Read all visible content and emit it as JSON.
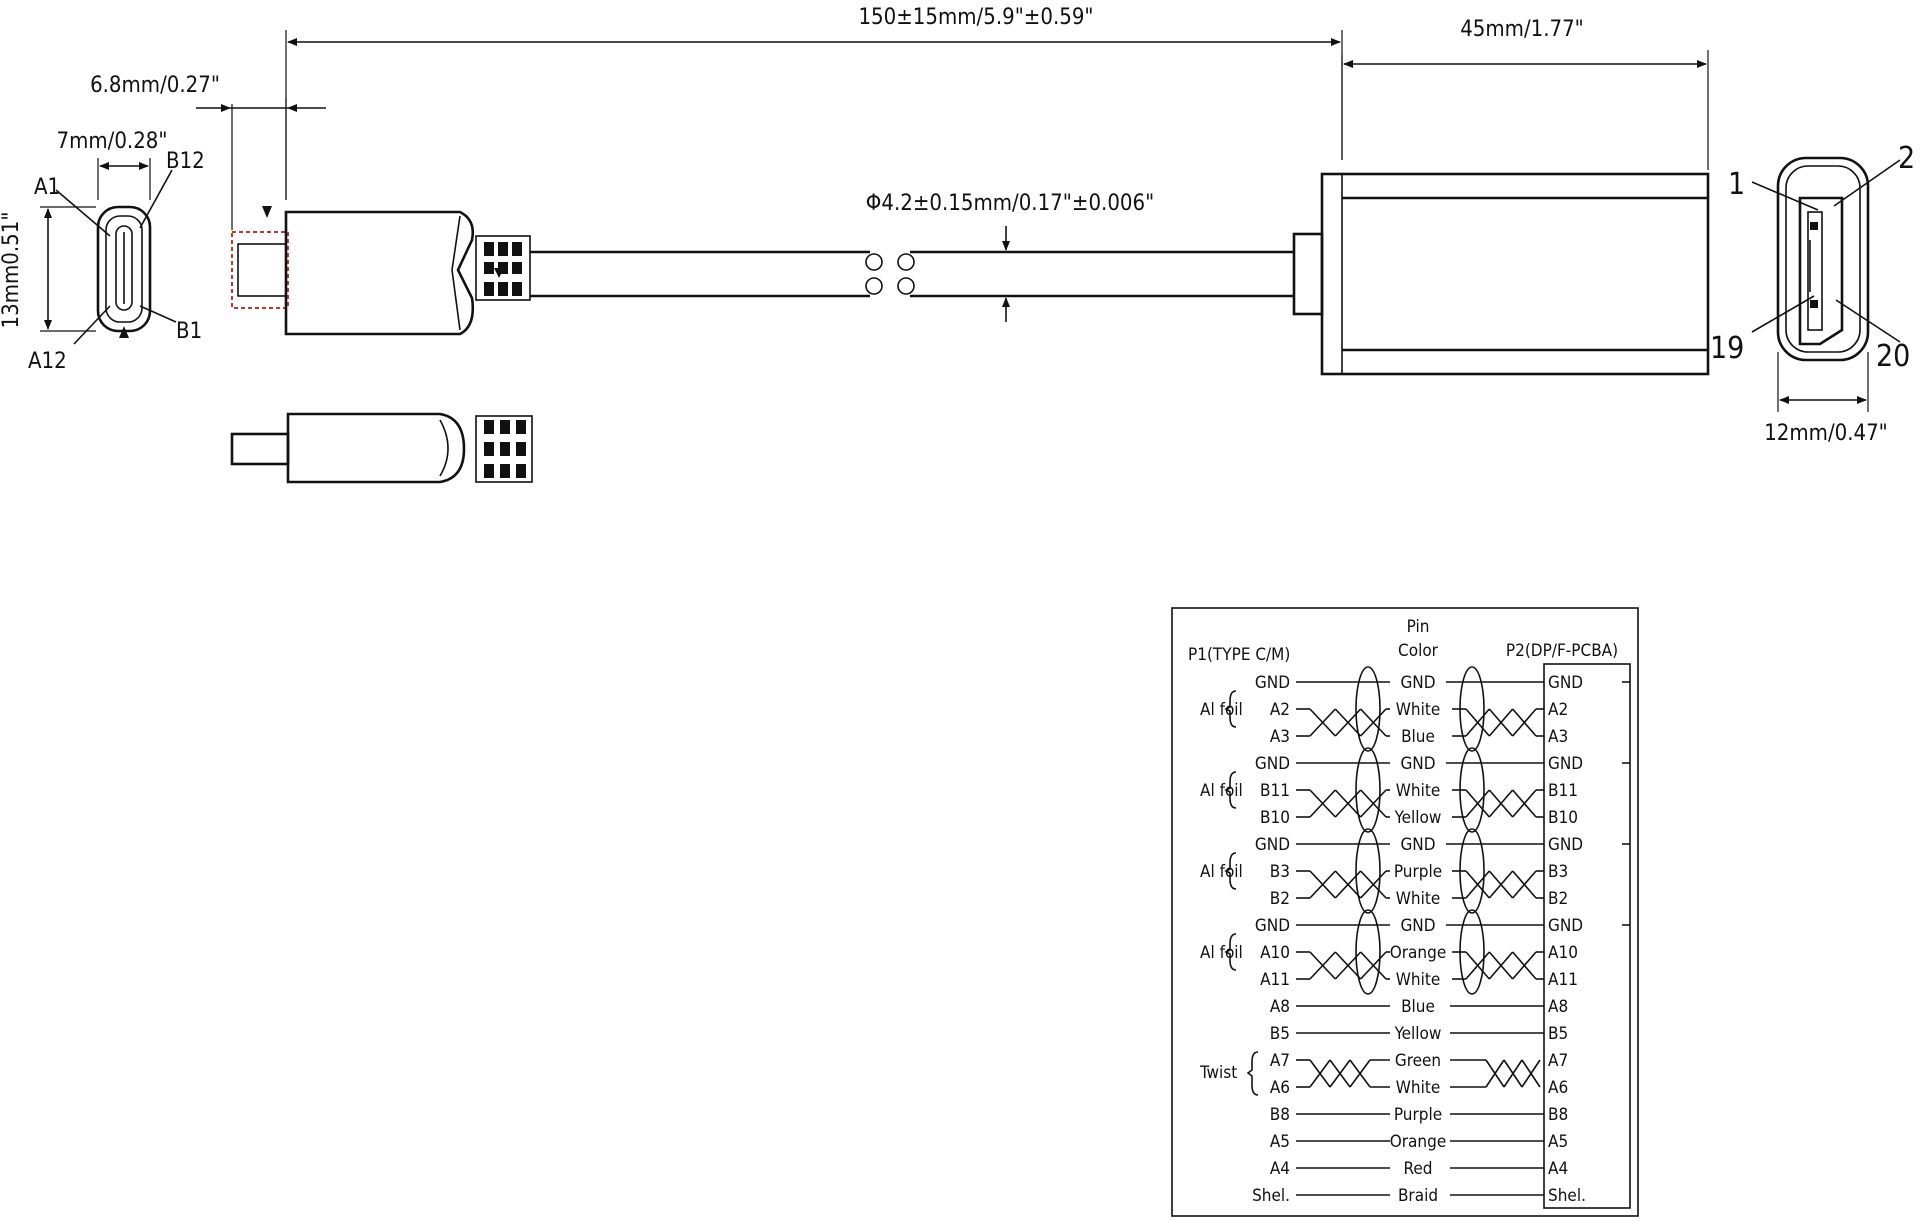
{
  "dimensions": {
    "cable_length": "150±15mm/5.9\"±0.59\"",
    "housing_length": "45mm/1.77\"",
    "plug_tip": "6.8mm/0.27\"",
    "plug_width": "7mm/0.28\"",
    "plug_height": "13mm0.51\"",
    "cable_diameter": "Φ4.2±0.15mm/0.17\"±0.006\"",
    "socket_width": "12mm/0.47\""
  },
  "typec_face_pins": {
    "a1": "A1",
    "b12": "B12",
    "a12": "A12",
    "b1": "B1"
  },
  "dp_face_pins": {
    "p1": "1",
    "p2": "2",
    "p19": "19",
    "p20": "20"
  },
  "wiring_table": {
    "header_p1": "P1(TYPE C/M)",
    "header_pin": "Pin",
    "header_color": "Color",
    "header_p2": "P2(DP/F-PCBA)",
    "groups": [
      {
        "label": "Al foil",
        "rows": [
          {
            "p1": "GND",
            "color": "GND",
            "p2": "GND"
          },
          {
            "p1": "A2",
            "color": "White",
            "p2": "A2"
          },
          {
            "p1": "A3",
            "color": "Blue",
            "p2": "A3"
          }
        ]
      },
      {
        "label": "Al foil",
        "rows": [
          {
            "p1": "GND",
            "color": "GND",
            "p2": "GND"
          },
          {
            "p1": "B11",
            "color": "White",
            "p2": "B11"
          },
          {
            "p1": "B10",
            "color": "Yellow",
            "p2": "B10"
          }
        ]
      },
      {
        "label": "Al foil",
        "rows": [
          {
            "p1": "GND",
            "color": "GND",
            "p2": "GND"
          },
          {
            "p1": "B3",
            "color": "Purple",
            "p2": "B3"
          },
          {
            "p1": "B2",
            "color": "White",
            "p2": "B2"
          }
        ]
      },
      {
        "label": "Al foil",
        "rows": [
          {
            "p1": "GND",
            "color": "GND",
            "p2": "GND"
          },
          {
            "p1": "A10",
            "color": "Orange",
            "p2": "A10"
          },
          {
            "p1": "A11",
            "color": "White",
            "p2": "A11"
          }
        ]
      }
    ],
    "singles_top": [
      {
        "p1": "A8",
        "color": "Blue",
        "p2": "A8"
      },
      {
        "p1": "B5",
        "color": "Yellow",
        "p2": "B5"
      }
    ],
    "twist": {
      "label": "Twist",
      "rows": [
        {
          "p1": "A7",
          "color": "Green",
          "p2": "A7"
        },
        {
          "p1": "A6",
          "color": "White",
          "p2": "A6"
        }
      ]
    },
    "singles_bottom": [
      {
        "p1": "B8",
        "color": "Purple",
        "p2": "B8"
      },
      {
        "p1": "A5",
        "color": "Orange",
        "p2": "A5"
      },
      {
        "p1": "A4",
        "color": "Red",
        "p2": "A4"
      },
      {
        "p1": "Shel.",
        "color": "Braid",
        "p2": "Shel."
      }
    ]
  }
}
